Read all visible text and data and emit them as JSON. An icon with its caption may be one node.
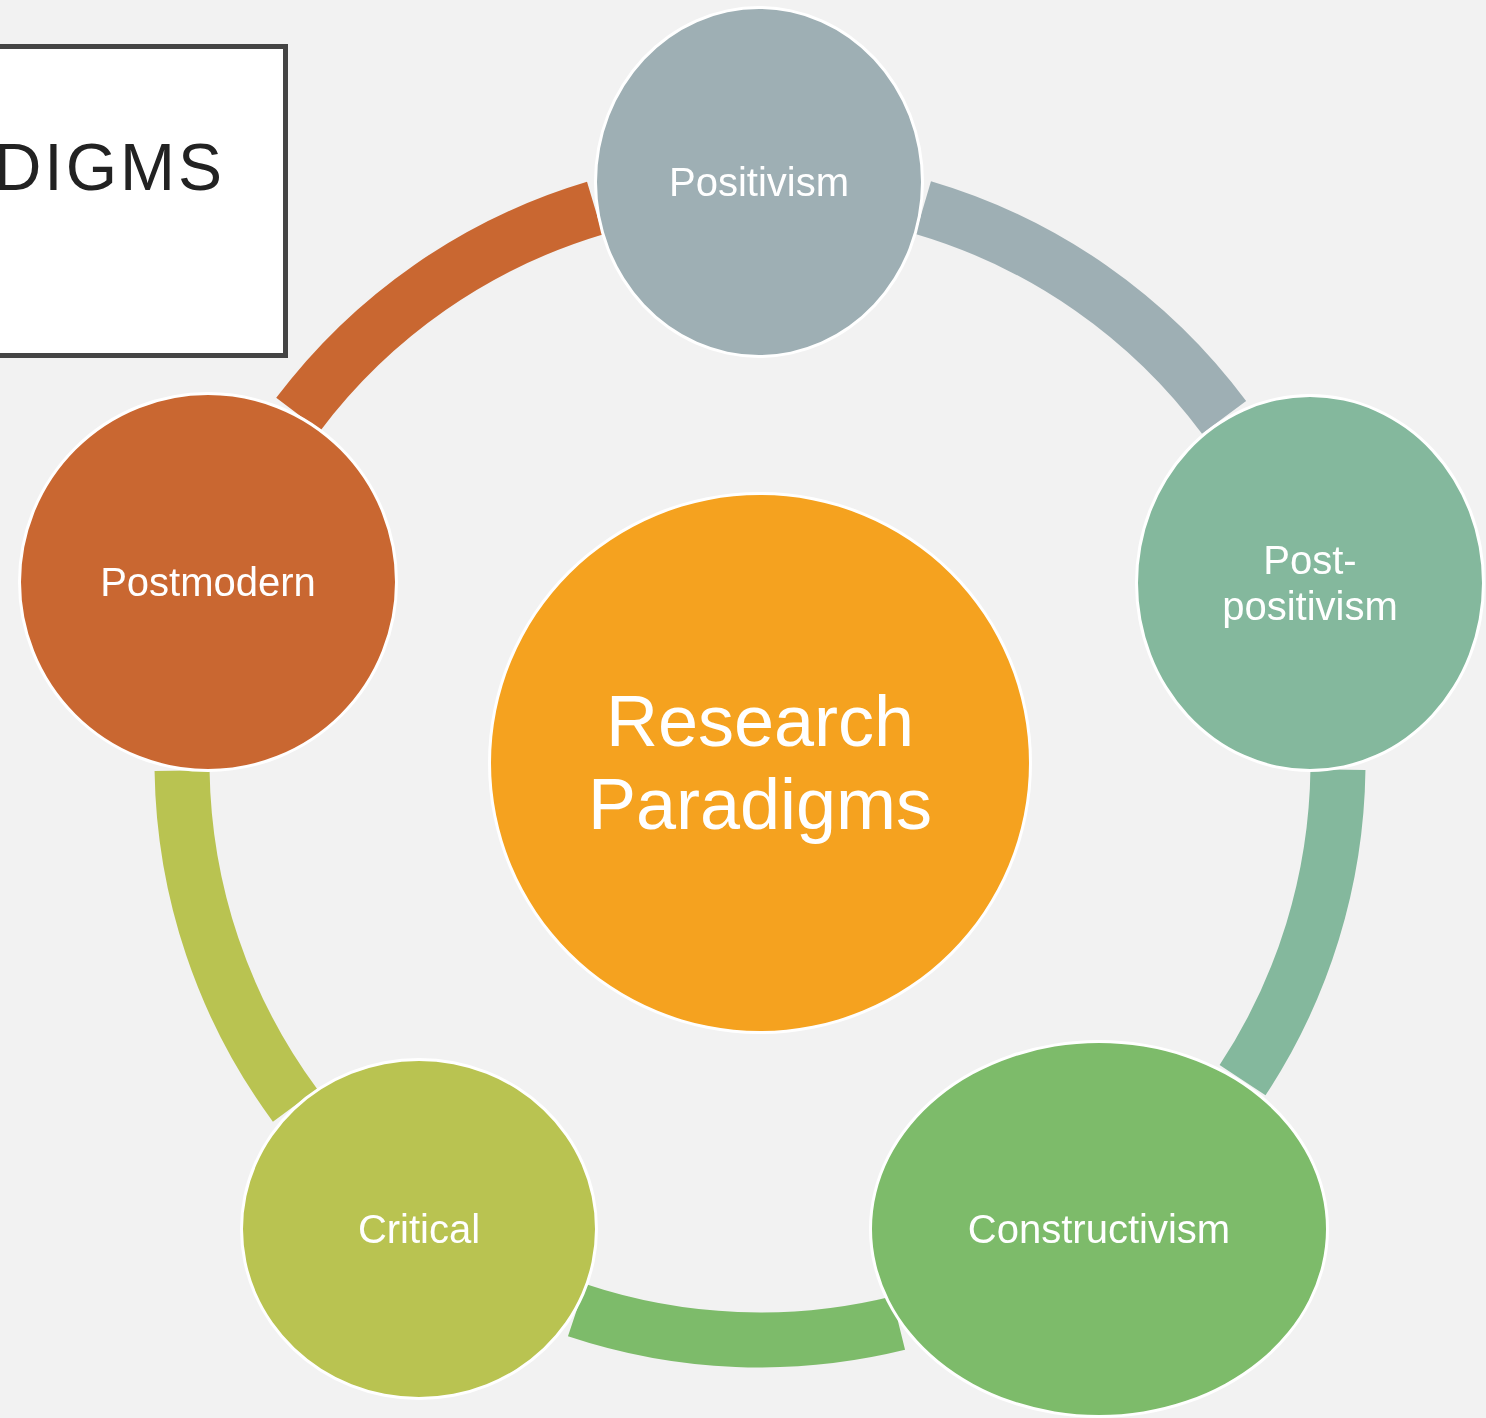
{
  "diagram": {
    "nodes": [
      {
        "text": [
          "DIGMS"
        ]
      },
      {
        "text": [
          "Research Paradigms"
        ]
      },
      {
        "text": [
          "Positivism"
        ]
      },
      {
        "text": [
          "Post- positivism"
        ]
      },
      {
        "text": [
          "Constructivism"
        ]
      },
      {
        "text": [
          "Critical"
        ]
      },
      {
        "text": [
          "Postmodern"
        ]
      }
    ],
    "edges": [
      {
        "from": 2,
        "to": 3,
        "arrow": "none",
        "color": "#9eafb4"
      },
      {
        "from": 3,
        "to": 4,
        "arrow": "none",
        "color": "#84b89d"
      },
      {
        "from": 4,
        "to": 5,
        "arrow": "none",
        "color": "#7dbb6a"
      },
      {
        "from": 5,
        "to": 6,
        "arrow": "none",
        "color": "#b9c351"
      },
      {
        "from": 6,
        "to": 2,
        "arrow": "none",
        "color": "#c96731"
      }
    ]
  }
}
